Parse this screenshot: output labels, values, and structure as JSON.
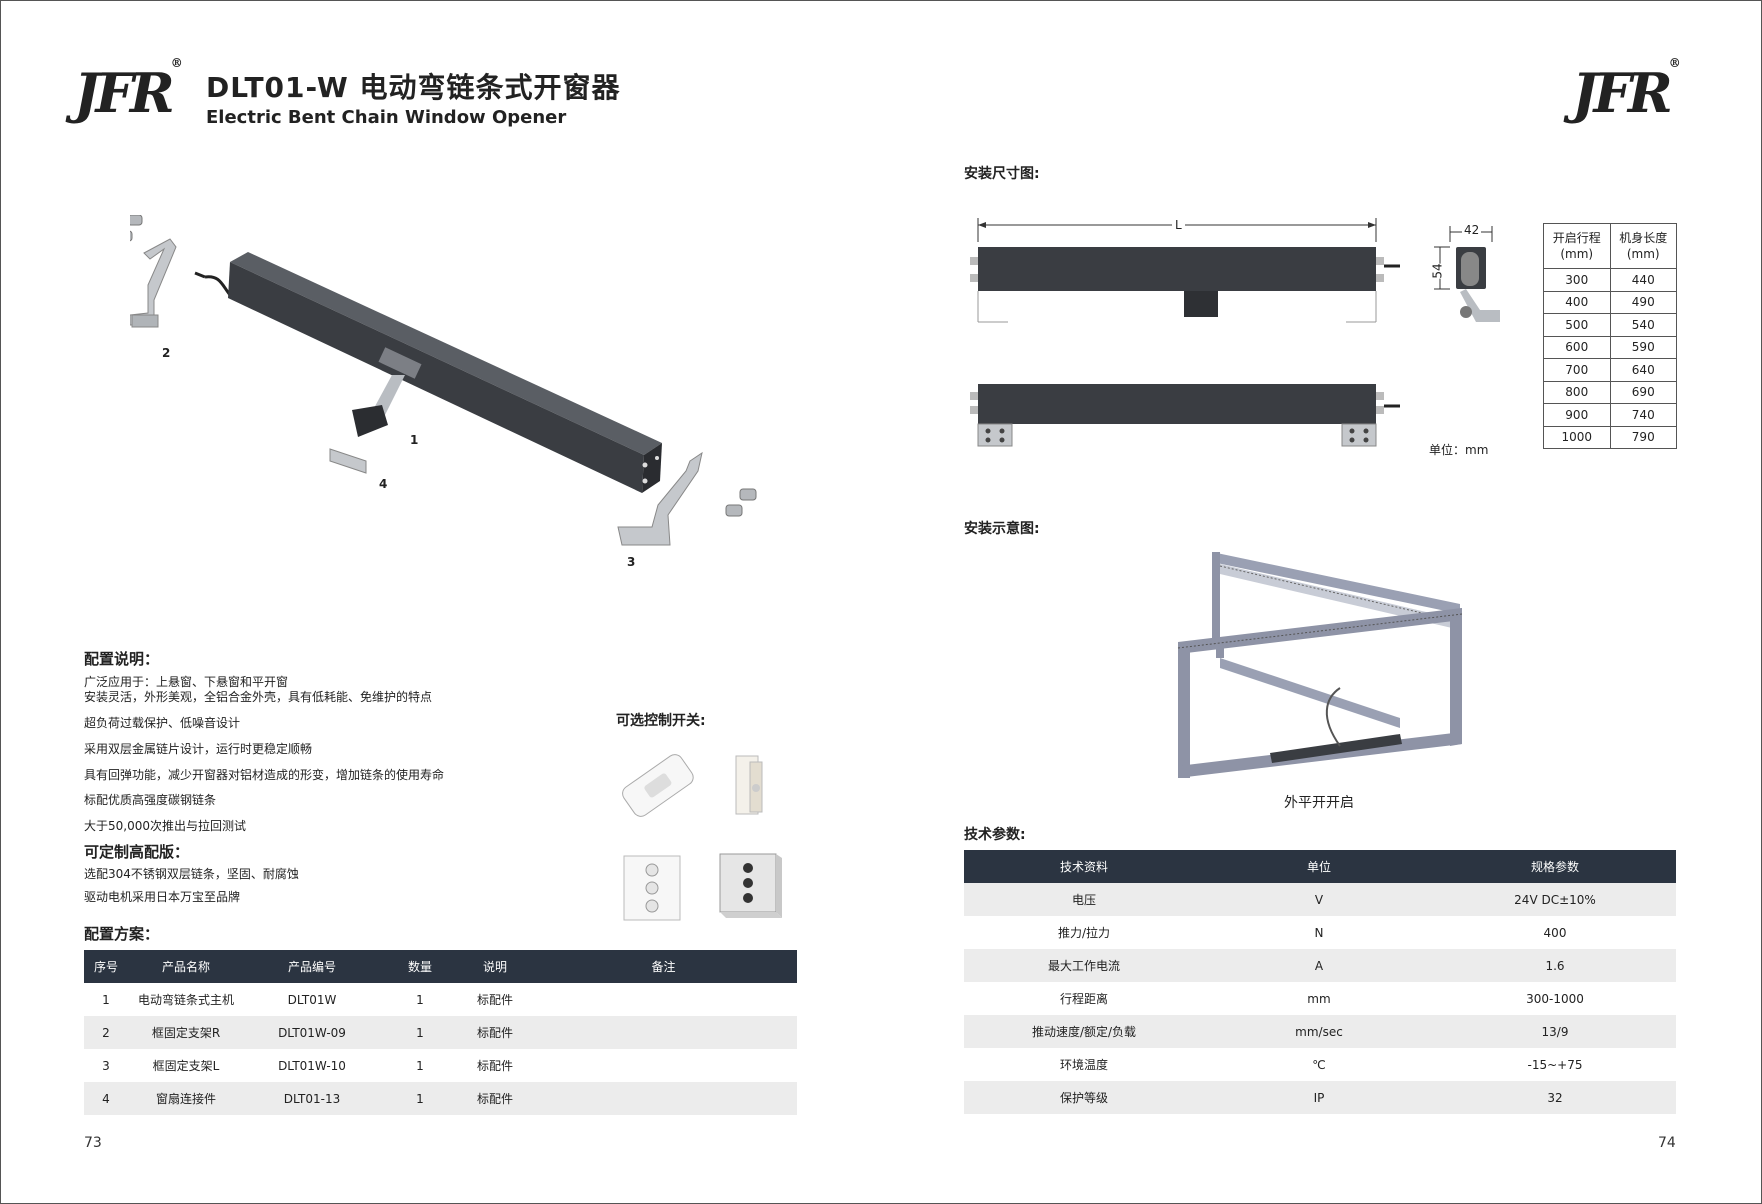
{
  "header": {
    "logo": "JFR",
    "logo_mark": "®",
    "title": "DLT01-W 电动弯链条式开窗器",
    "subtitle": "Electric Bent Chain Window Opener"
  },
  "parts": {
    "labels": [
      "1",
      "2",
      "3",
      "4"
    ]
  },
  "config": {
    "heading": "配置说明：",
    "lines": [
      "广泛应用于：上悬窗、下悬窗和平开窗",
      "安装灵活，外形美观，全铝合金外壳，具有低耗能、免维护的特点",
      "超负荷过载保护、低噪音设计",
      "采用双层金属链片设计，运行时更稳定顺畅",
      "具有回弹功能，减少开窗器对铝材造成的形变，增加链条的使用寿命",
      "标配优质高强度碳钢链条",
      "大于50,000次推出与拉回测试"
    ]
  },
  "custom": {
    "heading": "可定制高配版：",
    "lines": [
      "选配304不锈钢双层链条，坚固、耐腐蚀",
      "驱动电机采用日本万宝至品牌"
    ]
  },
  "switches": {
    "heading": "可选控制开关:"
  },
  "plan": {
    "heading": "配置方案：",
    "columns": [
      "序号",
      "产品名称",
      "产品编号",
      "数量",
      "说明",
      "备注"
    ],
    "rows": [
      [
        "1",
        "电动弯链条式主机",
        "DLT01W",
        "1",
        "标配件",
        ""
      ],
      [
        "2",
        "框固定支架R",
        "DLT01W-09",
        "1",
        "标配件",
        ""
      ],
      [
        "3",
        "框固定支架L",
        "DLT01W-10",
        "1",
        "标配件",
        ""
      ],
      [
        "4",
        "窗扇连接件",
        "DLT01-13",
        "1",
        "标配件",
        ""
      ]
    ]
  },
  "page_left": "73",
  "page_right": "74",
  "dims": {
    "heading": "安装尺寸图:",
    "length_label": "L",
    "width_label": "42",
    "height_label": "54",
    "unit": "单位：mm",
    "table": {
      "col1": "开启行程\n(mm)",
      "col2": "机身长度\n(mm)",
      "rows": [
        [
          "300",
          "440"
        ],
        [
          "400",
          "490"
        ],
        [
          "500",
          "540"
        ],
        [
          "600",
          "590"
        ],
        [
          "700",
          "640"
        ],
        [
          "800",
          "690"
        ],
        [
          "900",
          "740"
        ],
        [
          "1000",
          "790"
        ]
      ]
    }
  },
  "install": {
    "heading": "安装示意图:",
    "caption": "外平开开启"
  },
  "tech": {
    "heading": "技术参数:",
    "columns": [
      "技术资料",
      "单位",
      "规格参数"
    ],
    "rows": [
      [
        "电压",
        "V",
        "24V DC±10%"
      ],
      [
        "推力/拉力",
        "N",
        "400"
      ],
      [
        "最大工作电流",
        "A",
        "1.6"
      ],
      [
        "行程距离",
        "mm",
        "300-1000"
      ],
      [
        "推动速度/额定/负载",
        "mm/sec",
        "13/9"
      ],
      [
        "环境温度",
        "℃",
        "-15~+75"
      ],
      [
        "保护等级",
        "IP",
        "32"
      ]
    ]
  },
  "colors": {
    "header_bar": "#2b3441",
    "actuator": "#3a3d42",
    "frame": "#8e93a6"
  }
}
